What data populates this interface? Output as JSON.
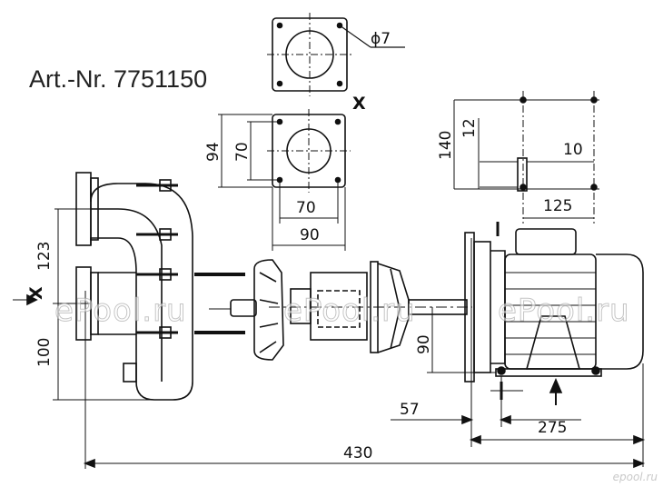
{
  "title": "Art.-Nr. 7751150",
  "view_marker": "X",
  "dimensions": {
    "d_hole": "ϕ7",
    "h94": "94",
    "h70": "70",
    "w70": "70",
    "w90": "90",
    "h140": "140",
    "h12": "12",
    "w10": "10",
    "w125": "125",
    "h123": "123",
    "h100": "100",
    "h90": "90",
    "w57": "57",
    "w275": "275",
    "w430": "430"
  },
  "watermarks": [
    "ePool.ru",
    "ePool.ru",
    "ePool.ru"
  ],
  "logo": "epool.ru"
}
